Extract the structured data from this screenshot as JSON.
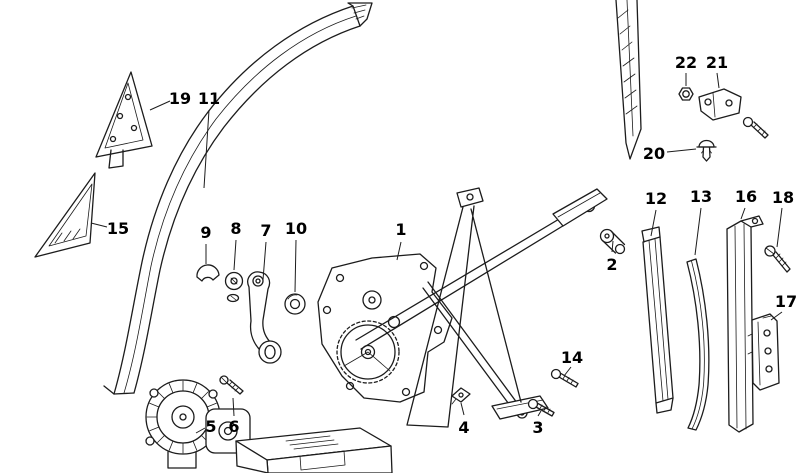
{
  "figure": {
    "kind": "exploded-parts-diagram",
    "background": "#ffffff",
    "line_color": "#1c1c1c",
    "label_color": "#000000"
  },
  "callouts": [
    {
      "label": "1"
    },
    {
      "label": "2"
    },
    {
      "label": "3"
    },
    {
      "label": "4"
    },
    {
      "label": "5"
    },
    {
      "label": "6"
    },
    {
      "label": "7"
    },
    {
      "label": "8"
    },
    {
      "label": "9"
    },
    {
      "label": "10"
    },
    {
      "label": "11"
    },
    {
      "label": "12"
    },
    {
      "label": "13"
    },
    {
      "label": "14"
    },
    {
      "label": "15"
    },
    {
      "label": "16"
    },
    {
      "label": "17"
    },
    {
      "label": "18"
    },
    {
      "label": "19"
    },
    {
      "label": "20"
    },
    {
      "label": "21"
    },
    {
      "label": "22"
    }
  ]
}
